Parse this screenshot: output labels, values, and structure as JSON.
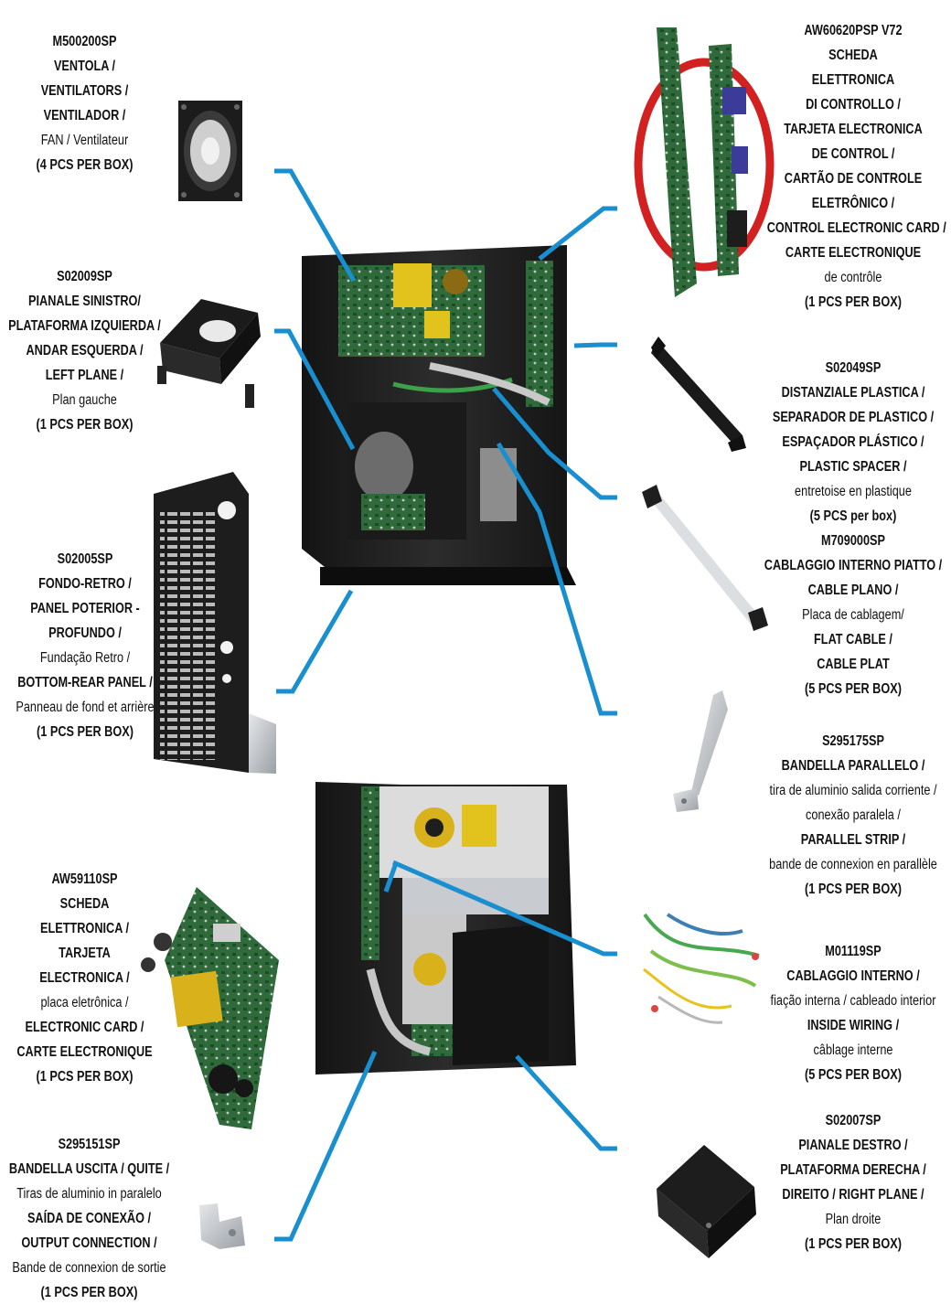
{
  "colors": {
    "leader": "#1a8fd0",
    "chassis": "#202020",
    "pcb_green": "#2f6b3a",
    "transformer_yellow": "#e2c21c",
    "red_ring": "#d32020",
    "metal": "#b8bcc0"
  },
  "labels": {
    "fan": [
      {
        "t": "M500200SP",
        "b": true
      },
      {
        "t": "VENTOLA /",
        "b": true
      },
      {
        "t": "VENTILATORS /",
        "b": true
      },
      {
        "t": "VENTILADOR /",
        "b": true
      },
      {
        "t": "FAN / Ventilateur",
        "b": false
      },
      {
        "t": "(4 PCS PER BOX)",
        "b": true
      }
    ],
    "left_plane": [
      {
        "t": "S02009SP",
        "b": true
      },
      {
        "t": "PIANALE SINISTRO/",
        "b": true
      },
      {
        "t": "PLATAFORMA IZQUIERDA /",
        "b": true
      },
      {
        "t": "ANDAR ESQUERDA /",
        "b": true
      },
      {
        "t": "LEFT PLANE /",
        "b": true
      },
      {
        "t": "Plan gauche",
        "b": false
      },
      {
        "t": "(1 PCS PER BOX)",
        "b": true
      }
    ],
    "bottom_rear": [
      {
        "t": "S02005SP",
        "b": true
      },
      {
        "t": "FONDO-RETRO /",
        "b": true
      },
      {
        "t": "PANEL POTERIOR -",
        "b": true
      },
      {
        "t": "PROFUNDO /",
        "b": true
      },
      {
        "t": "Fundação Retro /",
        "b": false
      },
      {
        "t": "BOTTOM-REAR PANEL /",
        "b": true
      },
      {
        "t": "Panneau de fond et arrière",
        "b": false
      },
      {
        "t": "(1 PCS PER BOX)",
        "b": true
      }
    ],
    "electronic_card": [
      {
        "t": "AW59110SP",
        "b": true
      },
      {
        "t": "SCHEDA",
        "b": true
      },
      {
        "t": "ELETTRONICA  /",
        "b": true
      },
      {
        "t": "TARJETA",
        "b": true
      },
      {
        "t": "ELECTRONICA /",
        "b": true
      },
      {
        "t": "placa eletrônica /",
        "b": false
      },
      {
        "t": "ELECTRONIC CARD /",
        "b": true
      },
      {
        "t": "CARTE ELECTRONIQUE",
        "b": true
      },
      {
        "t": "(1 PCS PER BOX)",
        "b": true
      }
    ],
    "output_strip": [
      {
        "t": "S295151SP",
        "b": true
      },
      {
        "t": "BANDELLA USCITA / QUITE /",
        "b": true
      },
      {
        "t": "Tiras de aluminio in paralelo",
        "b": false
      },
      {
        "t": "SAÍDA DE CONEXÃO /",
        "b": true
      },
      {
        "t": "OUTPUT CONNECTION /",
        "b": true
      },
      {
        "t": "Bande de connexion de sortie",
        "b": false
      },
      {
        "t": "(1 PCS PER BOX)",
        "b": true
      }
    ],
    "control_card": [
      {
        "t": "AW60620PSP V72",
        "b": true
      },
      {
        "t": "SCHEDA",
        "b": true
      },
      {
        "t": "ELETTRONICA",
        "b": true
      },
      {
        "t": "DI CONTROLLO /",
        "b": true
      },
      {
        "t": "TARJETA ELECTRONICA",
        "b": true
      },
      {
        "t": "DE CONTROL /",
        "b": true
      },
      {
        "t": "CARTÃO DE CONTROLE",
        "b": true
      },
      {
        "t": "ELETRÔNICO /",
        "b": true
      },
      {
        "t": "CONTROL ELECTRONIC CARD /",
        "b": true
      },
      {
        "t": "CARTE ELECTRONIQUE",
        "b": true
      },
      {
        "t": "de contrôle",
        "b": false
      },
      {
        "t": "(1 PCS PER BOX)",
        "b": true
      }
    ],
    "plastic_spacer": [
      {
        "t": "S02049SP",
        "b": true
      },
      {
        "t": "DISTANZIALE PLASTICA /",
        "b": true
      },
      {
        "t": "SEPARADOR DE PLASTICO /",
        "b": true
      },
      {
        "t": "ESPAÇADOR PLÁSTICO /",
        "b": true
      },
      {
        "t": "PLASTIC SPACER /",
        "b": true
      },
      {
        "t": "entretoise en plastique",
        "b": false
      },
      {
        "t": "(5 PCS per box)",
        "b": true
      }
    ],
    "flat_cable": [
      {
        "t": "M709000SP",
        "b": true
      },
      {
        "t": "CABLAGGIO INTERNO PIATTO /",
        "b": true
      },
      {
        "t": "CABLE PLANO /",
        "b": true
      },
      {
        "t": "Placa de cablagem/",
        "b": false
      },
      {
        "t": "FLAT CABLE /",
        "b": true
      },
      {
        "t": "CABLE PLAT",
        "b": true
      },
      {
        "t": "(5 PCS PER BOX)",
        "b": true
      }
    ],
    "parallel_strip": [
      {
        "t": "S295175SP",
        "b": true
      },
      {
        "t": "BANDELLA PARALLELO /",
        "b": true
      },
      {
        "t": "tira de aluminio salida corriente  /",
        "b": false
      },
      {
        "t": "conexão paralela /",
        "b": false
      },
      {
        "t": "PARALLEL STRIP /",
        "b": true
      },
      {
        "t": "bande de connexion en parallèle",
        "b": false
      },
      {
        "t": "(1 PCS PER BOX)",
        "b": true
      }
    ],
    "inside_wiring": [
      {
        "t": "M01119SP",
        "b": true
      },
      {
        "t": "CABLAGGIO INTERNO /",
        "b": true
      },
      {
        "t": "fiação interna / cableado interior",
        "b": false
      },
      {
        "t": "INSIDE WIRING /",
        "b": true
      },
      {
        "t": "câblage interne",
        "b": false
      },
      {
        "t": "(5 PCS PER BOX)",
        "b": true
      }
    ],
    "right_plane": [
      {
        "t": "S02007SP",
        "b": true
      },
      {
        "t": "PIANALE DESTRO /",
        "b": true
      },
      {
        "t": "PLATAFORMA  DERECHA /",
        "b": true
      },
      {
        "t": "DIREITO / RIGHT PLANE /",
        "b": true
      },
      {
        "t": "Plan droite",
        "b": false
      },
      {
        "t": "(1 PCS PER BOX)",
        "b": true
      }
    ]
  }
}
